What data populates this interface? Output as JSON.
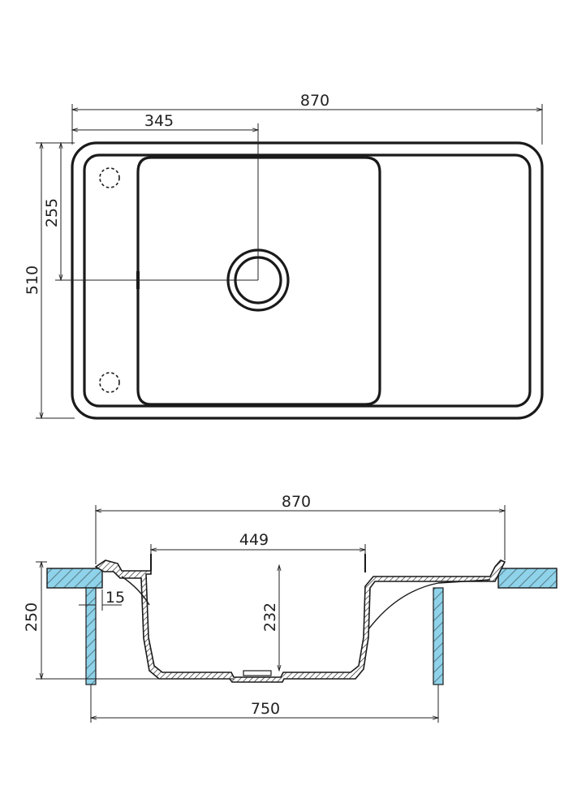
{
  "colors": {
    "line": "#1a1a1a",
    "countertop_fill": "#8fd3ea",
    "hatch": "#5a7f8c",
    "background": "#ffffff"
  },
  "top_view": {
    "overall_width_label": "870",
    "drain_offset_label": "345",
    "drain_depth_label": "255",
    "overall_depth_label": "510"
  },
  "section_view": {
    "overall_width_label": "870",
    "bowl_width_label": "449",
    "bowl_depth_label": "232",
    "total_height_label": "250",
    "rim_offset_label": "15",
    "cabinet_width_label": "750"
  }
}
